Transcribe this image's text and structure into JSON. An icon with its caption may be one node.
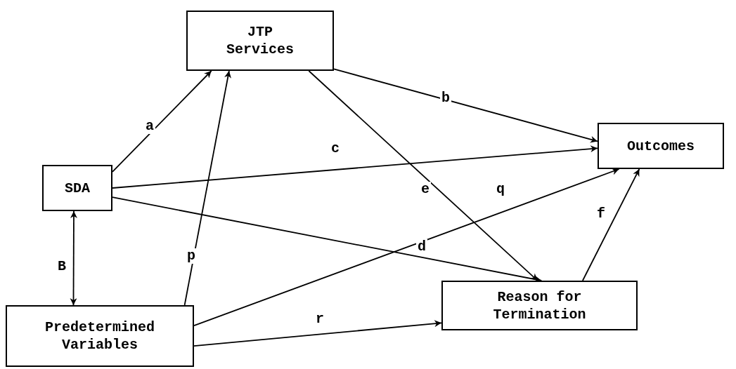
{
  "diagram": {
    "nodes": [
      {
        "text": [
          "JTP Services"
        ]
      },
      {
        "text": [
          "Outcomes"
        ]
      },
      {
        "text": [
          "SDA"
        ]
      },
      {
        "text": [
          "Predetermined Variables"
        ]
      },
      {
        "text": [
          "Reason for Termination"
        ]
      }
    ],
    "edges": [
      {
        "from": 2,
        "to": 0,
        "arrow": "to",
        "label": "a"
      },
      {
        "from": 0,
        "to": 1,
        "arrow": "to",
        "label": "b"
      },
      {
        "from": 2,
        "to": 1,
        "arrow": "to",
        "label": "c"
      },
      {
        "from": 2,
        "to": 4,
        "arrow": "to",
        "label": "d"
      },
      {
        "from": 0,
        "to": 4,
        "arrow": "to",
        "label": "e"
      },
      {
        "from": 4,
        "to": 1,
        "arrow": "to",
        "label": "f"
      },
      {
        "from": 2,
        "to": 3,
        "arrow": "both",
        "label": "B"
      },
      {
        "from": 3,
        "to": 0,
        "arrow": "to",
        "label": "p"
      },
      {
        "from": 3,
        "to": 1,
        "arrow": "to",
        "label": "q"
      },
      {
        "from": 3,
        "to": 4,
        "arrow": "to",
        "label": "r"
      }
    ]
  }
}
